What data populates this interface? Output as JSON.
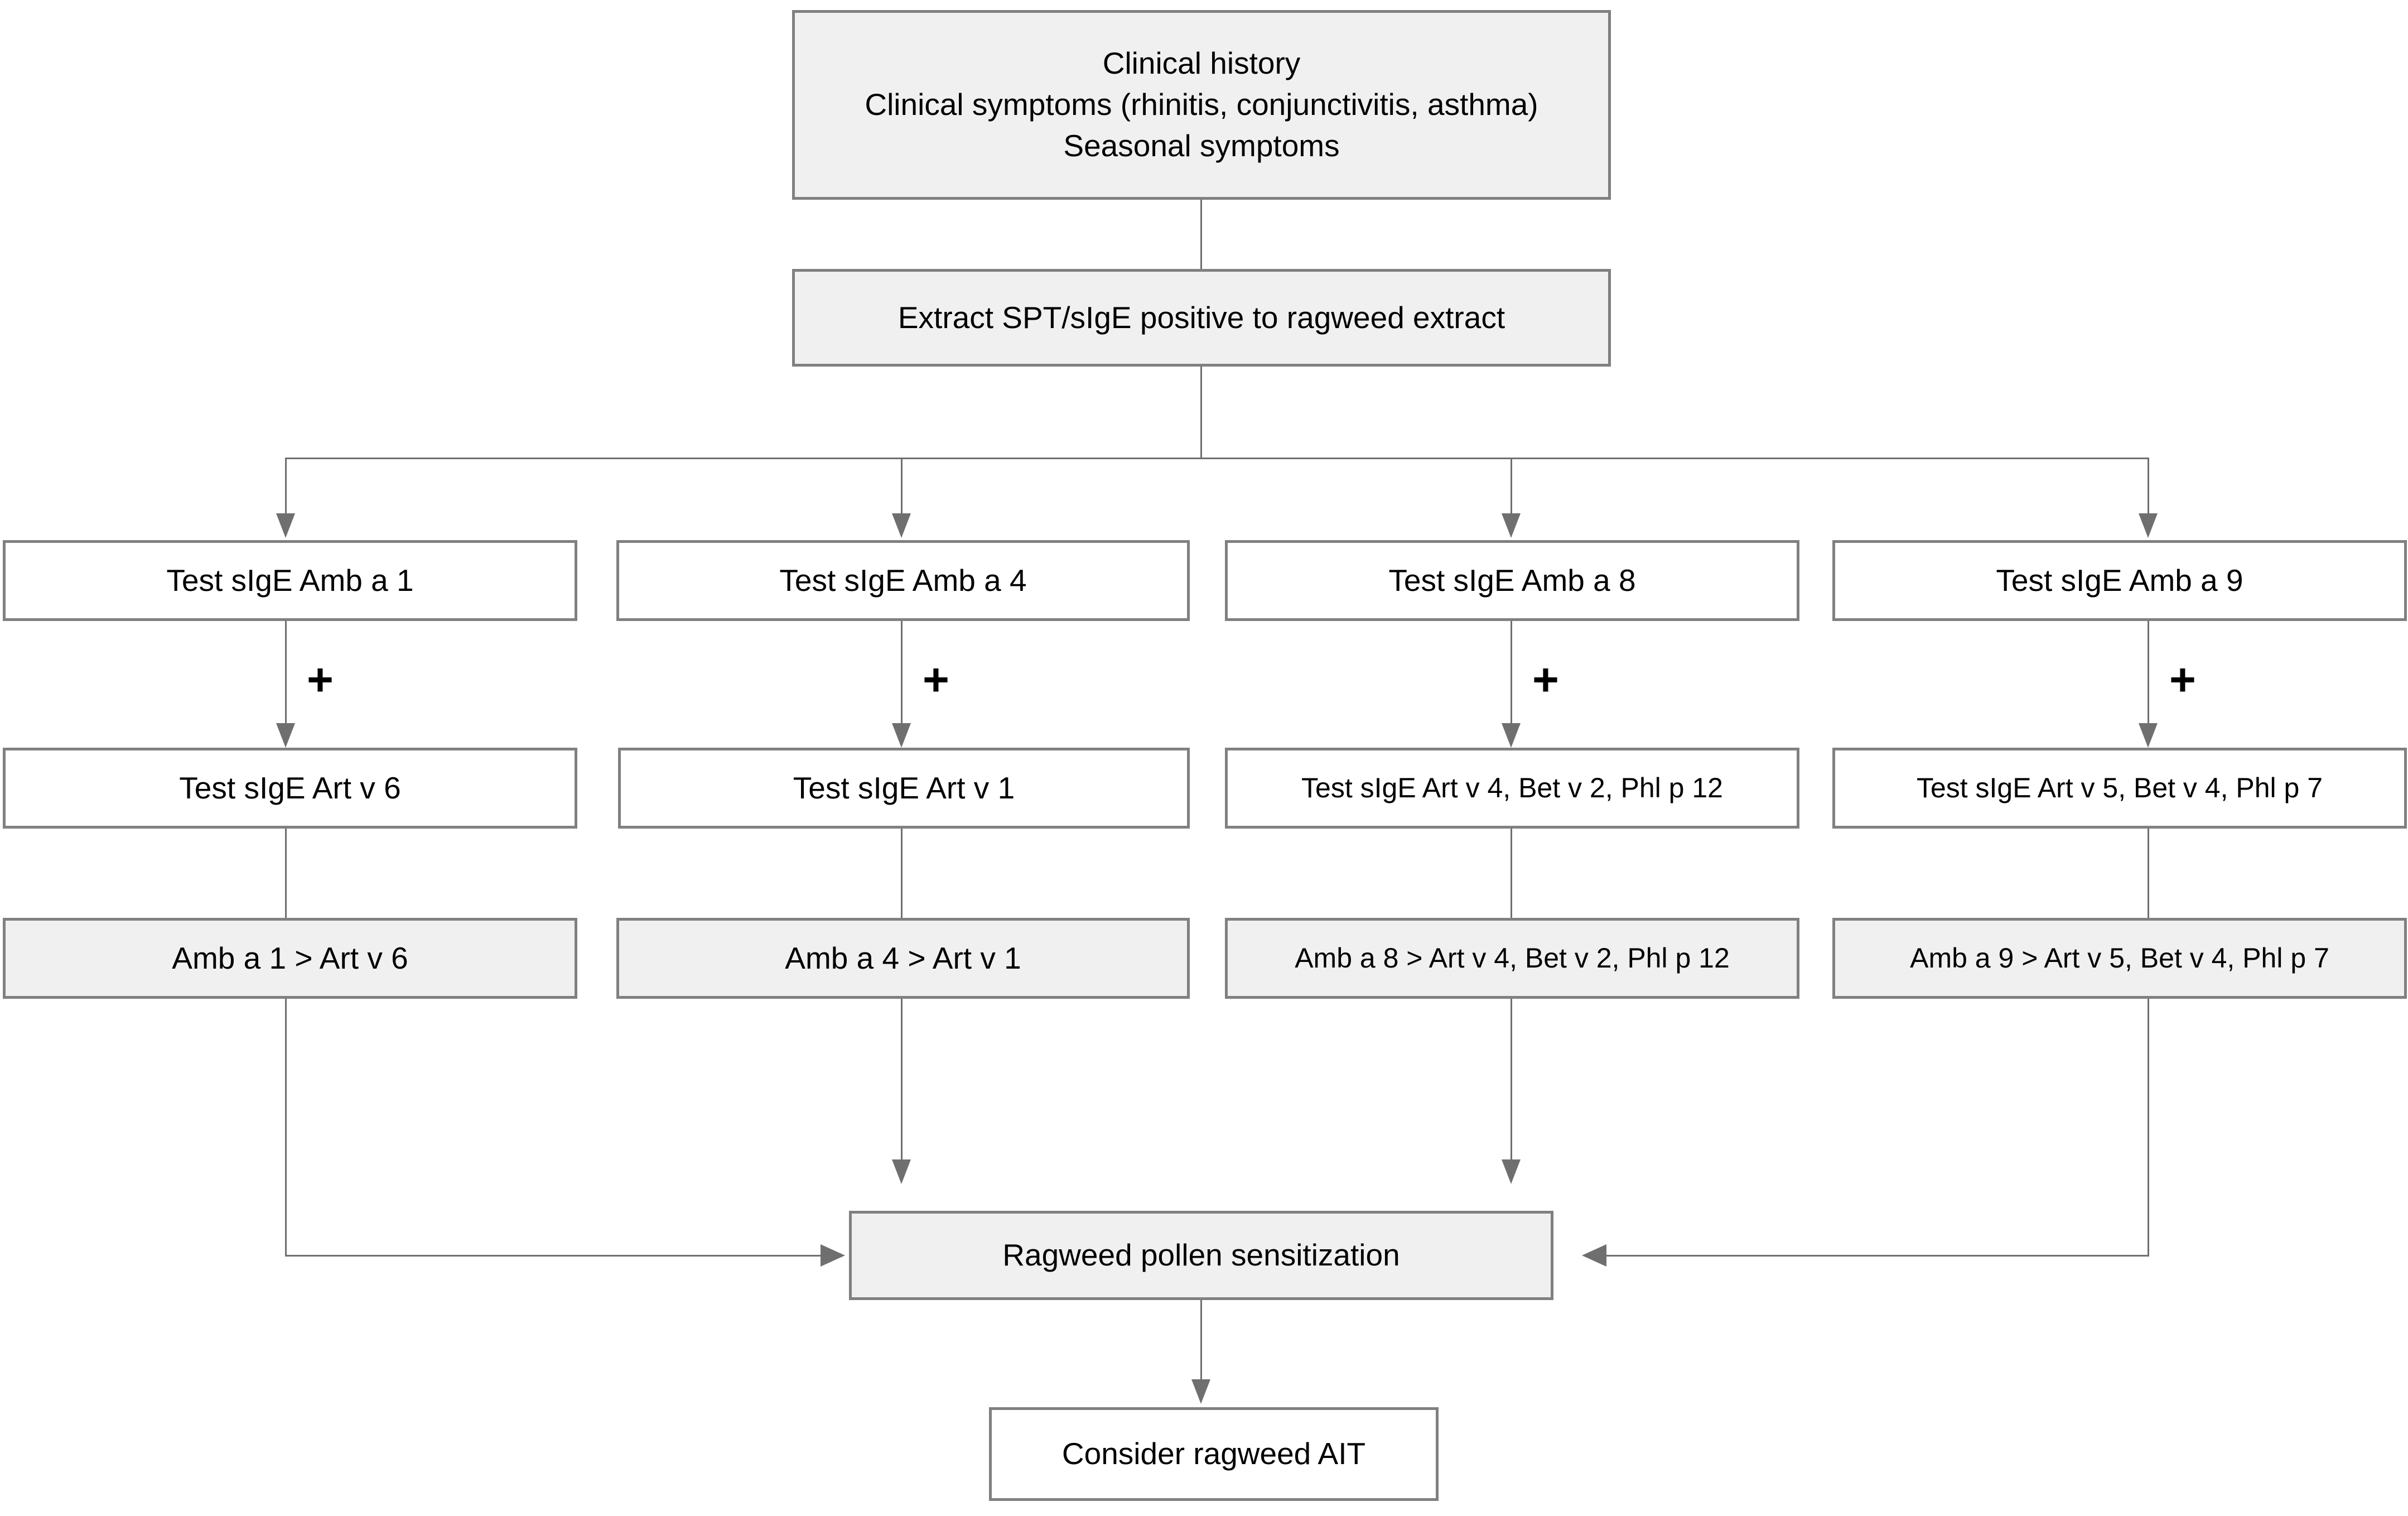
{
  "diagram": {
    "title_box": {
      "lines": [
        "Clinical history",
        "Clinical symptoms (rhinitis, conjunctivitis, asthma)",
        "Seasonal symptoms"
      ]
    },
    "extract_box": {
      "label": "Extract SPT/sIgE positive to ragweed extract"
    },
    "branches": [
      {
        "marker_test": "Test sIgE Amb a 1",
        "plus": "+",
        "cross_test": "Test sIgE Art v 6",
        "result": "Amb a 1 > Art v 6"
      },
      {
        "marker_test": "Test sIgE Amb a 4",
        "plus": "+",
        "cross_test": "Test sIgE Art v 1",
        "result": "Amb a 4 > Art v 1"
      },
      {
        "marker_test": "Test sIgE Amb a 8",
        "plus": "+",
        "cross_test": "Test sIgE Art v 4, Bet v 2, Phl p 12",
        "result": "Amb a 8 > Art v 4, Bet v 2, Phl p 12"
      },
      {
        "marker_test": "Test sIgE Amb a 9",
        "plus": "+",
        "cross_test": "Test sIgE Art v 5, Bet v 4, Phl p 7",
        "result": "Amb a 9 > Art v 5, Bet v 4, Phl p 7"
      }
    ],
    "conclusion_box": {
      "label": "Ragweed pollen sensitization"
    },
    "action_box": {
      "label": "Consider ragweed AIT"
    },
    "colors": {
      "box_border": "#808080",
      "box_fill_shaded": "#f0f0f0",
      "box_fill_plain": "#ffffff",
      "connector": "#6f6f6f",
      "text": "#000000"
    }
  }
}
